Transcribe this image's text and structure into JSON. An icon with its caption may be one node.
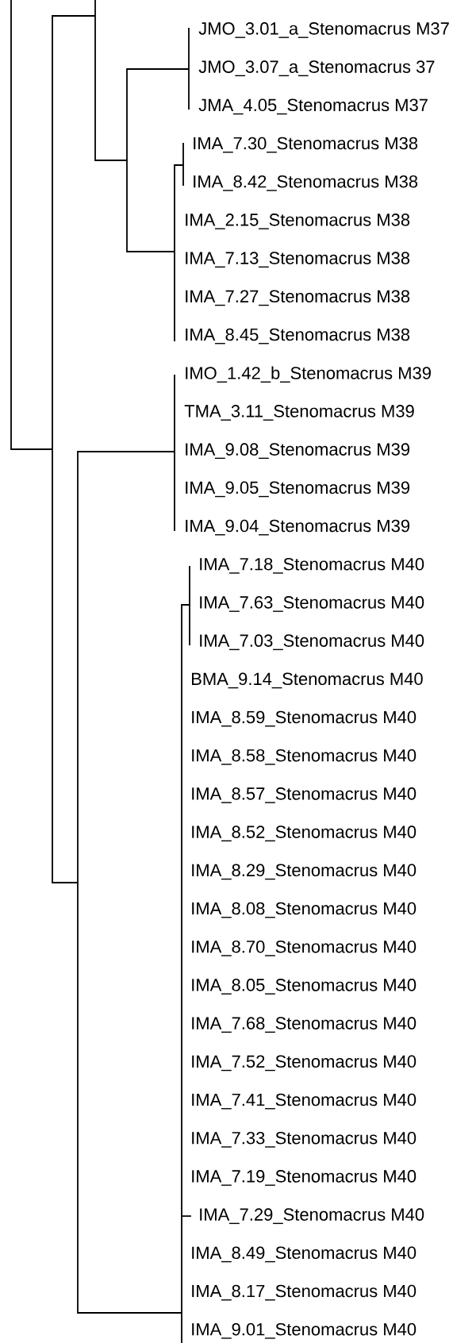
{
  "diagram": {
    "labels": [
      "JMO_3.01_a_Stenomacrus M37",
      "JMO_3.07_a_Stenomacrus 37",
      "JMA_4.05_Stenomacrus M37",
      "IMA_7.30_Stenomacrus M38",
      "IMA_8.42_Stenomacrus M38",
      "IMA_2.15_Stenomacrus M38",
      "IMA_7.13_Stenomacrus M38",
      "IMA_7.27_Stenomacrus M38",
      "IMA_8.45_Stenomacrus M38",
      "IMO_1.42_b_Stenomacrus M39",
      "TMA_3.11_Stenomacrus M39",
      "IMA_9.08_Stenomacrus M39",
      "IMA_9.05_Stenomacrus M39",
      "IMA_9.04_Stenomacrus M39",
      "IMA_7.18_Stenomacrus M40",
      "IMA_7.63_Stenomacrus M40",
      "IMA_7.03_Stenomacrus M40",
      "BMA_9.14_Stenomacrus M40",
      "IMA_8.59_Stenomacrus M40",
      "IMA_8.58_Stenomacrus M40",
      "IMA_8.57_Stenomacrus M40",
      "IMA_8.52_Stenomacrus M40",
      "IMA_8.29_Stenomacrus M40",
      "IMA_8.08_Stenomacrus M40",
      "IMA_8.70_Stenomacrus M40",
      "IMA_8.05_Stenomacrus M40",
      "IMA_7.68_Stenomacrus M40",
      "IMA_7.52_Stenomacrus M40",
      "IMA_7.41_Stenomacrus M40",
      "IMA_7.33_Stenomacrus M40",
      "IMA_7.19_Stenomacrus M40",
      "IMA_7.29_Stenomacrus M40",
      "IMA_8.49_Stenomacrus M40",
      "IMA_8.17_Stenomacrus M40",
      "IMA_9.01_Stenomacrus M40"
    ]
  }
}
